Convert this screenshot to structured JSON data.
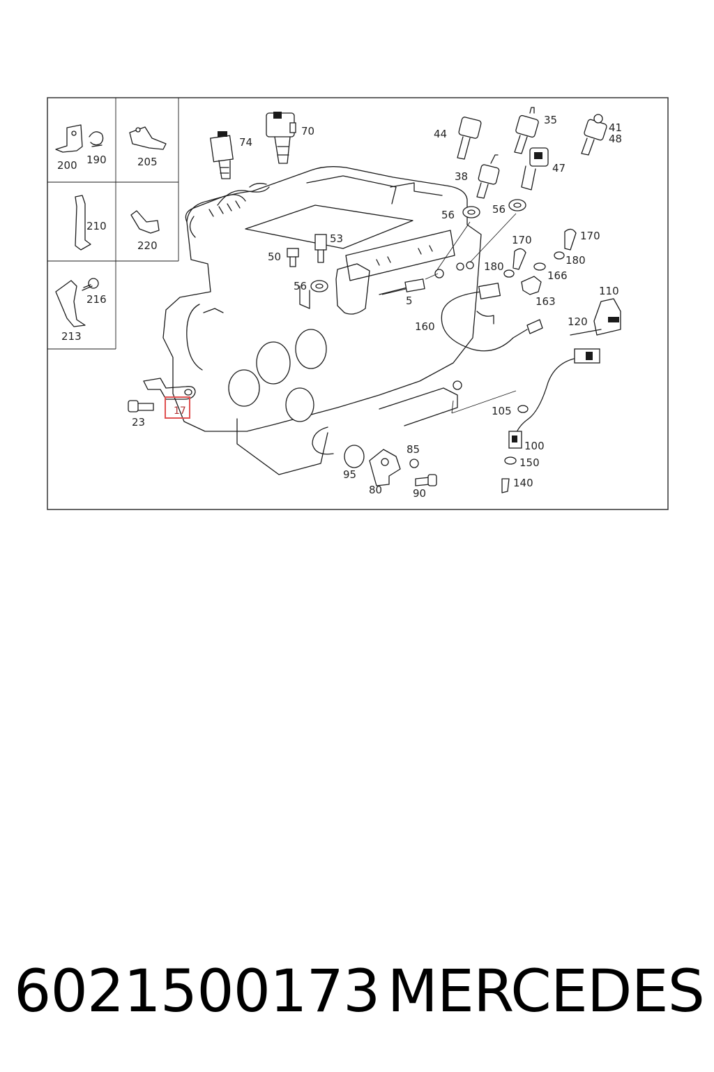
{
  "caption": {
    "part_number": "6021500173",
    "brand": "MERCEDES"
  },
  "highlight": {
    "label": "17",
    "color": "#e05050"
  },
  "inset_labels": {
    "l200": "200",
    "l190": "190",
    "l205": "205",
    "l210": "210",
    "l220": "220",
    "l216": "216",
    "l213": "213"
  },
  "callouts": {
    "l74": "74",
    "l70": "70",
    "l44": "44",
    "l35": "35",
    "l41": "41",
    "l48": "48",
    "l38": "38",
    "l47": "47",
    "l56a": "56",
    "l56b": "56",
    "l56c": "56",
    "l53": "53",
    "l50": "50",
    "l5": "5",
    "l170a": "170",
    "l170b": "170",
    "l180a": "180",
    "l180b": "180",
    "l166": "166",
    "l163": "163",
    "l110": "110",
    "l160": "160",
    "l120": "120",
    "l23": "23",
    "l105": "105",
    "l100": "100",
    "l150": "150",
    "l140": "140",
    "l95": "95",
    "l85": "85",
    "l80": "80",
    "l90": "90"
  }
}
